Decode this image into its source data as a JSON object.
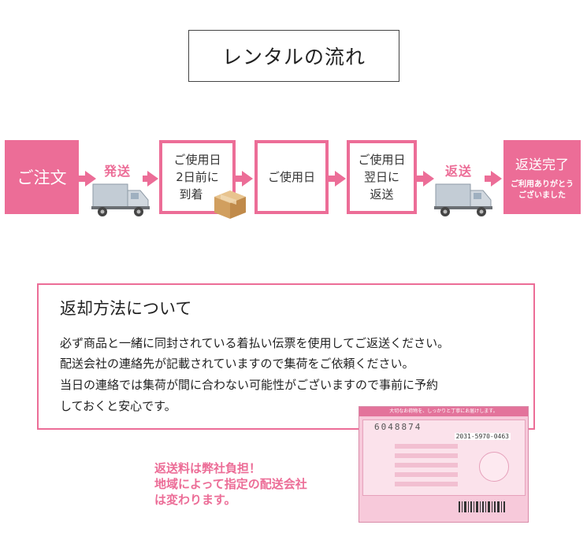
{
  "title": "レンタルの流れ",
  "flow": {
    "order": "ご注文",
    "ship_label": "発送",
    "step1": [
      "ご使用日",
      "2日前に",
      "到着"
    ],
    "step2": "ご使用日",
    "step3": [
      "ご使用日",
      "翌日に",
      "返送"
    ],
    "return_label": "返送",
    "complete_title": "返送完了",
    "complete_sub": [
      "ご利用ありがとう",
      "ございました"
    ],
    "colors": {
      "accent": "#ec6d97",
      "truck": "#aab7c4",
      "box": "#d9a869"
    }
  },
  "return_method": {
    "heading": "返却方法について",
    "lines": [
      "必ず商品と一緒に同封されている着払い伝票を使用してご返送ください。",
      "配送会社の連絡先が記載されていますので集荷をご依頼ください。",
      "当日の連絡では集荷が間に合わない可能性がございますので事前に予約",
      "しておくと安心です。"
    ]
  },
  "note": [
    "返送料は弊社負担！",
    "地域によって指定の配送会社",
    "は変わります。"
  ],
  "slip": {
    "header": "大切なお荷物を、しっかりと丁寧にお届けします。",
    "number": "6048874",
    "phone": "2031-5970-0463"
  }
}
